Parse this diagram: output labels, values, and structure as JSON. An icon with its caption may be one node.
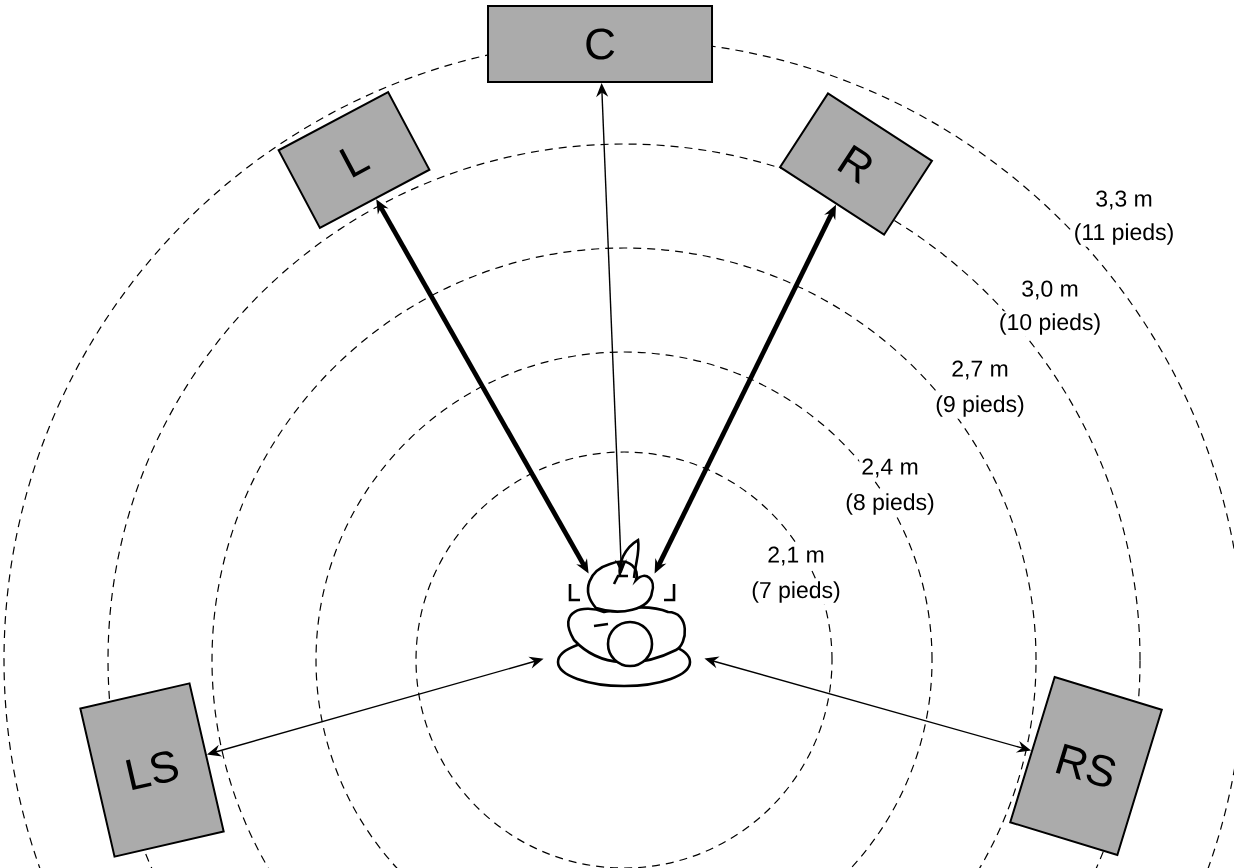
{
  "diagram": {
    "nodes": [
      {
        "text": [
          "L"
        ]
      },
      {
        "text": [
          "C"
        ]
      },
      {
        "text": [
          "R"
        ]
      },
      {
        "text": [
          "LS"
        ]
      },
      {
        "text": [
          "RS"
        ]
      },
      {
        "text": [],
        "shape": "picture"
      }
    ],
    "edges": [
      {
        "from": 5,
        "to": 0,
        "arrow": "both",
        "style": "thick"
      },
      {
        "from": 5,
        "to": 1,
        "arrow": "both"
      },
      {
        "from": 5,
        "to": 2,
        "arrow": "both",
        "style": "thick"
      },
      {
        "from": 5,
        "to": 3,
        "arrow": "both"
      },
      {
        "from": 5,
        "to": 4,
        "arrow": "both"
      }
    ],
    "labels": [
      "3,3 m",
      "(11 pieds)",
      "3,0 m",
      "(10 pieds)",
      "2,7 m",
      "(9 pieds)",
      "2,4 m",
      "(8 pieds)",
      "2,1 m",
      "(7 pieds)"
    ]
  }
}
